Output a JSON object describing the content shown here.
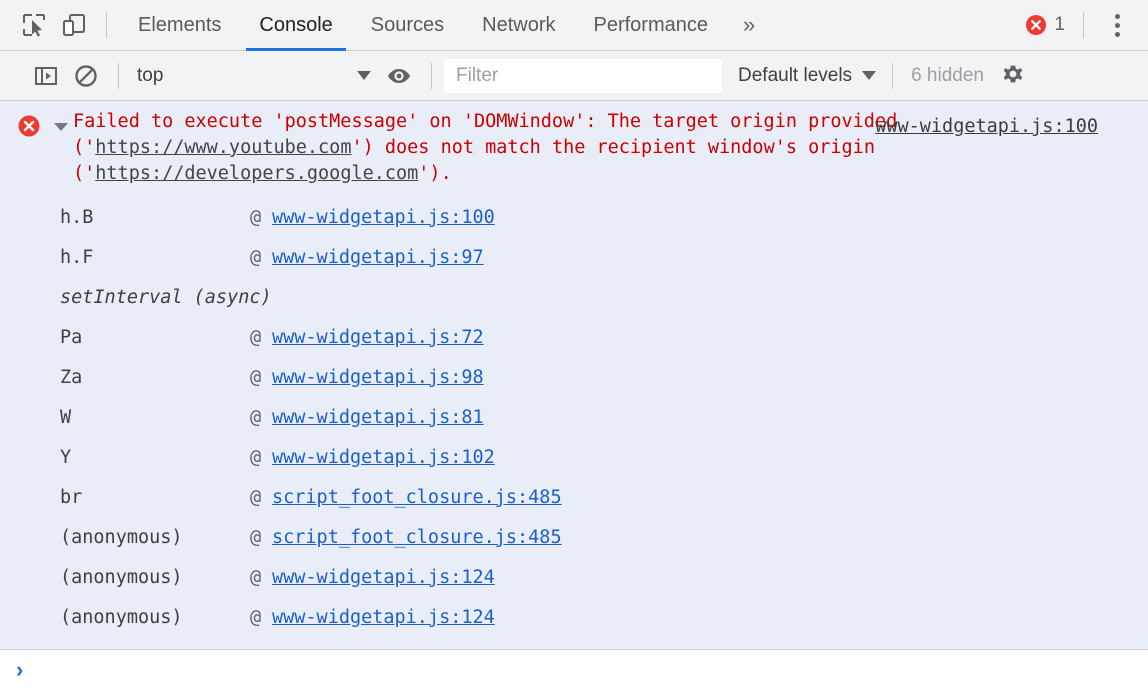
{
  "tabbar": {
    "icons": [
      {
        "name": "inspect-element-icon",
        "label": "Inspect element"
      },
      {
        "name": "device-toolbar-icon",
        "label": "Toggle device toolbar"
      }
    ],
    "tabs": [
      {
        "label": "Elements",
        "active": false
      },
      {
        "label": "Console",
        "active": true
      },
      {
        "label": "Sources",
        "active": false
      },
      {
        "label": "Network",
        "active": false
      },
      {
        "label": "Performance",
        "active": false
      }
    ],
    "more_label": "»",
    "error_count": "1",
    "menu_label": "customize-and-control"
  },
  "console_toolbar": {
    "sidebar_toggle": "show-console-sidebar",
    "clear_label": "clear-console",
    "context": "top",
    "eye_label": "create-live-expression",
    "filter_placeholder": "Filter",
    "filter_value": "",
    "levels_label": "Default levels",
    "hidden_label": "6 hidden",
    "settings_label": "console-settings"
  },
  "message": {
    "severity": "error",
    "expanded": true,
    "source_link": "www-widgetapi.js:100",
    "text_parts": [
      {
        "t": "Failed to execute 'postMessage' on 'DOMWindow': The target origin provided ('",
        "link": false
      },
      {
        "t": "https://www.youtube.com",
        "link": true
      },
      {
        "t": "') does not match the recipient window's origin ('",
        "link": false
      },
      {
        "t": "https://developers.google.com",
        "link": true
      },
      {
        "t": "').",
        "link": false
      }
    ],
    "stack": [
      {
        "fn": "h.B",
        "at": "@",
        "loc": "www-widgetapi.js:100",
        "async": false
      },
      {
        "fn": "h.F",
        "at": "@",
        "loc": "www-widgetapi.js:97",
        "async": false
      },
      {
        "fn": "setInterval (async)",
        "at": "",
        "loc": "",
        "async": true
      },
      {
        "fn": "Pa",
        "at": "@",
        "loc": "www-widgetapi.js:72",
        "async": false
      },
      {
        "fn": "Za",
        "at": "@",
        "loc": "www-widgetapi.js:98",
        "async": false
      },
      {
        "fn": "W",
        "at": "@",
        "loc": "www-widgetapi.js:81",
        "async": false
      },
      {
        "fn": "Y",
        "at": "@",
        "loc": "www-widgetapi.js:102",
        "async": false
      },
      {
        "fn": "br",
        "at": "@",
        "loc": "script_foot_closure.js:485",
        "async": false
      },
      {
        "fn": "(anonymous)",
        "at": "@",
        "loc": "script_foot_closure.js:485",
        "async": false
      },
      {
        "fn": "(anonymous)",
        "at": "@",
        "loc": "www-widgetapi.js:124",
        "async": false
      },
      {
        "fn": "(anonymous)",
        "at": "@",
        "loc": "www-widgetapi.js:124",
        "async": false
      }
    ]
  },
  "prompt": {
    "chevron": "›",
    "value": ""
  },
  "colors": {
    "accent": "#1a73e8",
    "error_red": "#cc0000",
    "error_badge": "#ee3b32",
    "error_bg": "#e9edf8",
    "link_blue": "#1a5fd0",
    "toolbar_bg": "#f3f3f3"
  }
}
